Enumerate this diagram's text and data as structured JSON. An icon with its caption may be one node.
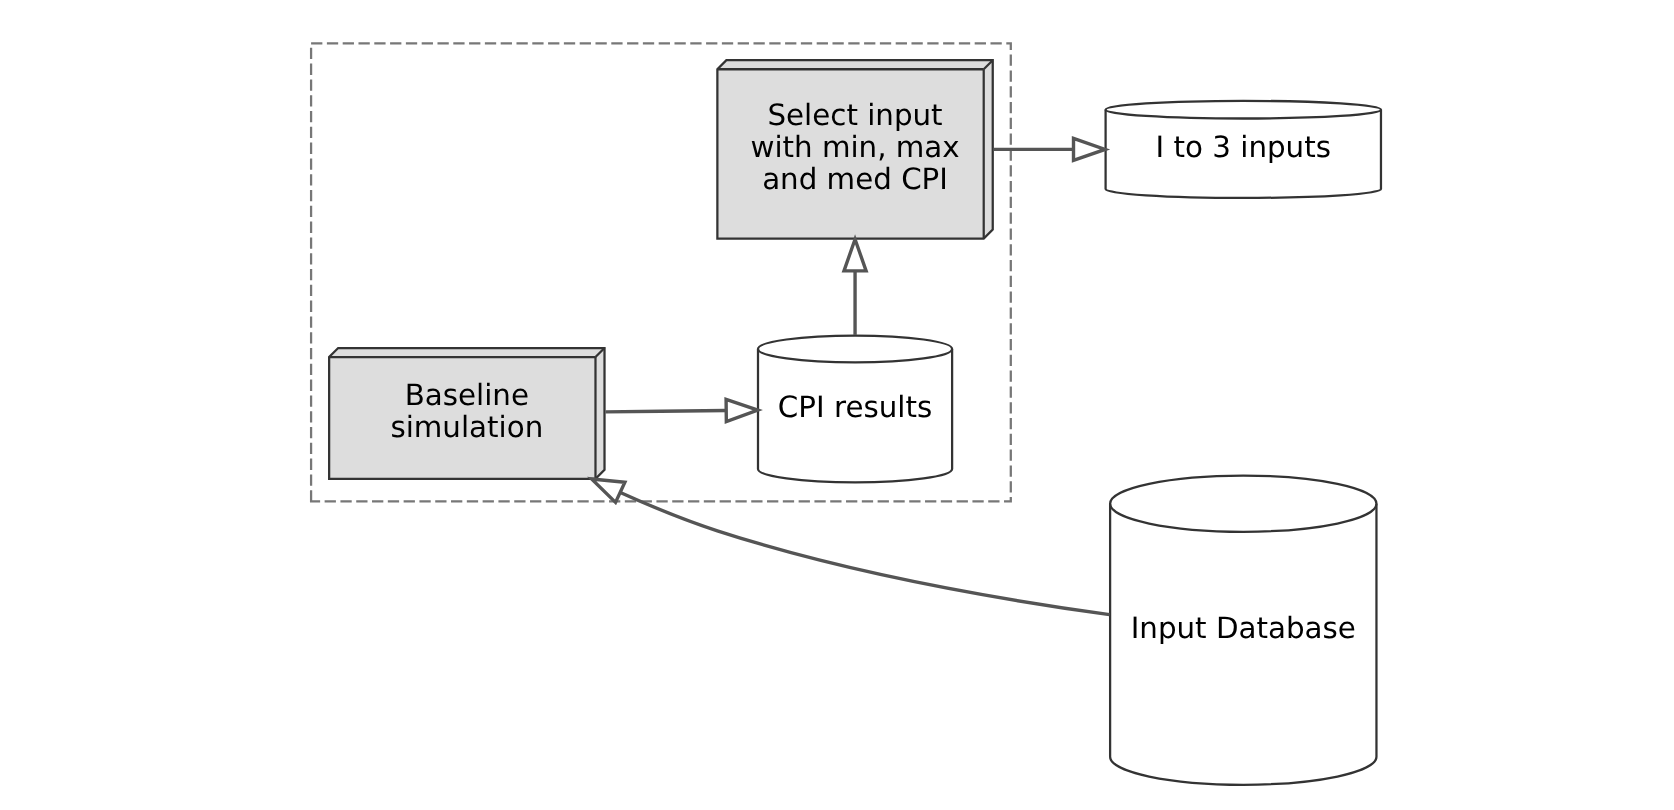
{
  "diagram": {
    "nodes": [
      {
        "text": [
          "Input Database"
        ]
      },
      {
        "text": [],
        "shape": "box"
      },
      {
        "text": [
          "Baseline simulation"
        ],
        "in": 1
      },
      {
        "text": [
          "CPI results"
        ],
        "in": 1
      },
      {
        "text": [
          "Select input with min, max and med CPI"
        ],
        "in": 1
      },
      {
        "text": [
          "I to 3 inputs"
        ]
      }
    ],
    "edges": [
      {
        "from": 0,
        "to": 2,
        "arrow": "to"
      },
      {
        "from": 2,
        "to": 3,
        "arrow": "to"
      },
      {
        "from": 3,
        "to": 4,
        "arrow": "to"
      },
      {
        "from": 4,
        "to": 5,
        "arrow": "to"
      }
    ]
  }
}
